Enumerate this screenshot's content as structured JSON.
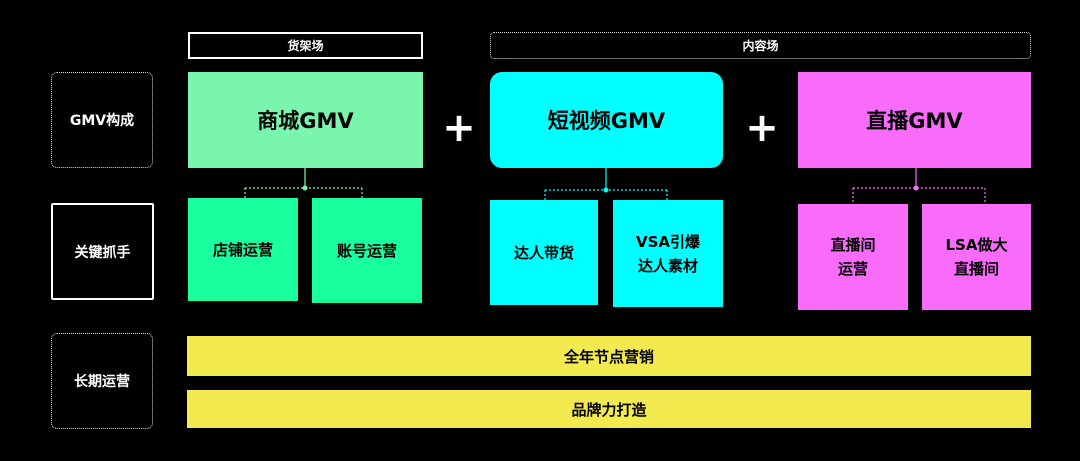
{
  "sections": {
    "shelf": "货架场",
    "content": "内容场"
  },
  "row_labels": {
    "gmv_composition": "GMV构成",
    "key_levers": "关键抓手",
    "long_term": "长期运营"
  },
  "gmv": {
    "mall": "商城GMV",
    "short_video": "短视频GMV",
    "live": "直播GMV"
  },
  "plus": "+",
  "levers": {
    "mall": [
      "店铺运营",
      "账号运营"
    ],
    "short_video": [
      "达人带货",
      "VSA引爆\n达人素材"
    ],
    "live": [
      "直播间\n运营",
      "LSA做大\n直播间"
    ]
  },
  "long_term": [
    "全年节点营销",
    "品牌力打造"
  ],
  "colors": {
    "mall": "#7af5ad",
    "mall_lever": "#19ff9e",
    "short_video": "#00ffff",
    "live": "#f96cf9",
    "bar": "#f3ea4f"
  }
}
